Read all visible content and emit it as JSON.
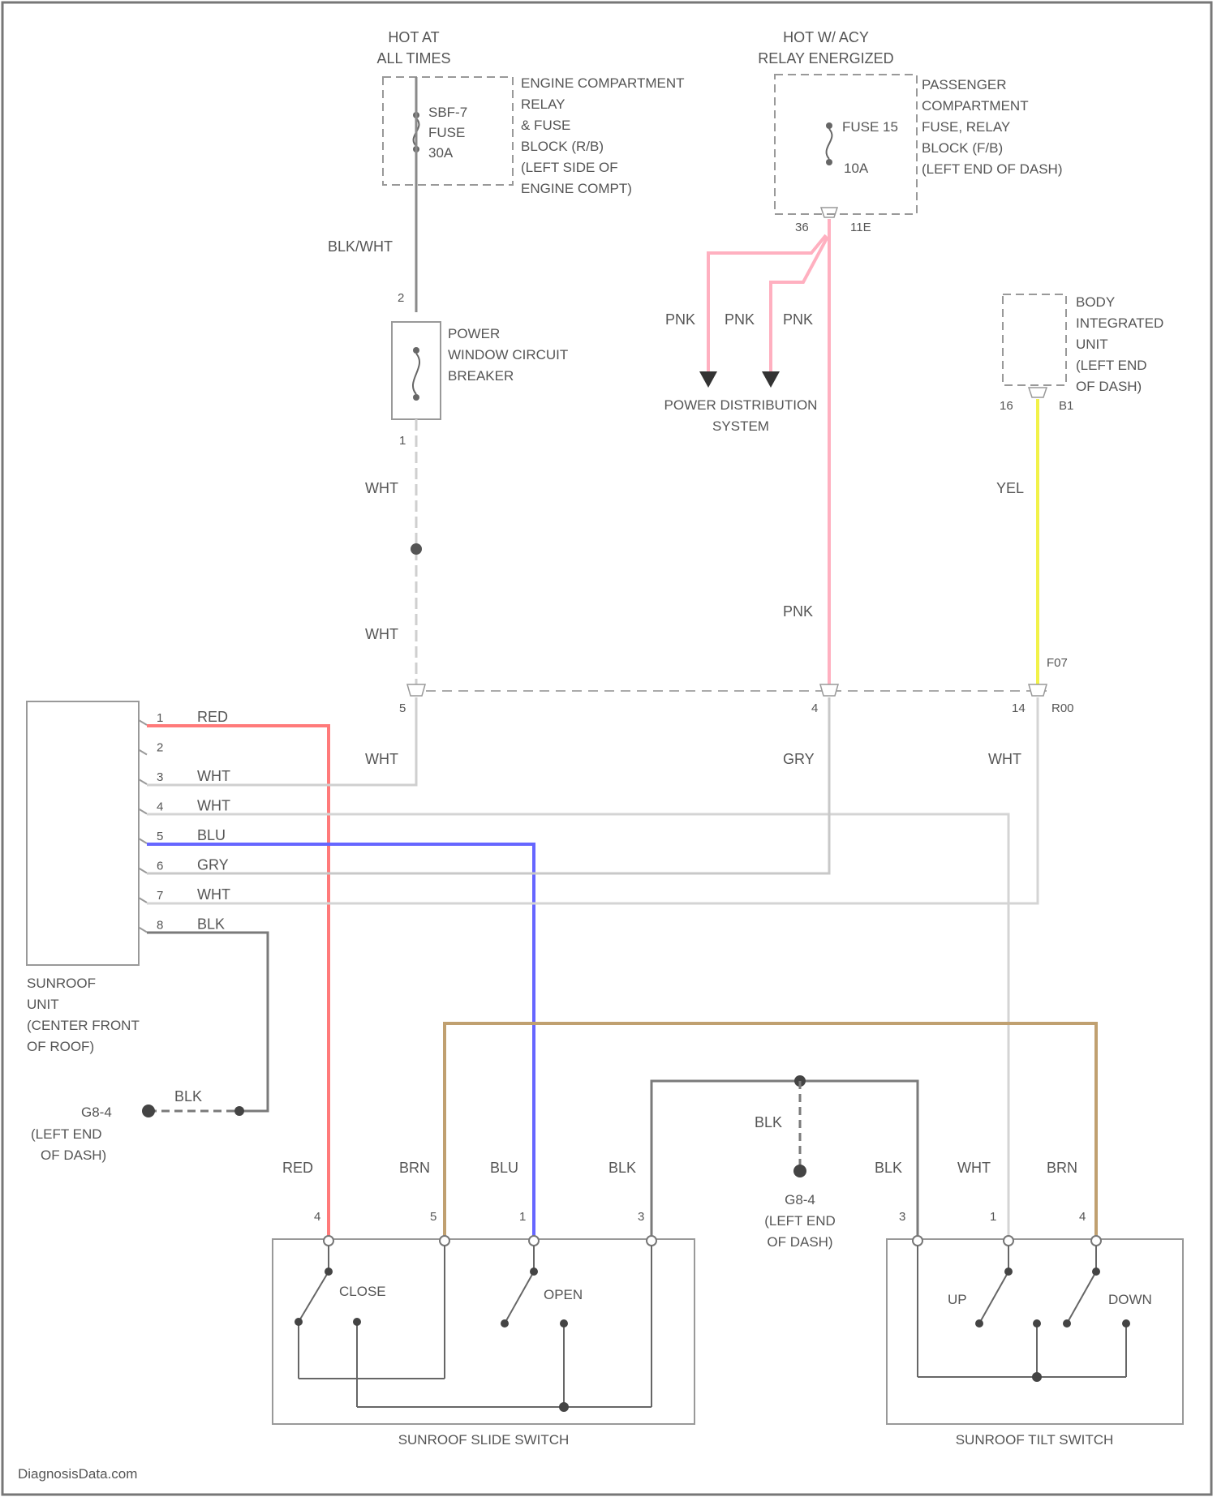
{
  "colors": {
    "red": "#ff7a7a",
    "pink": "#ffb0c0",
    "blue": "#6666ff",
    "yellow": "#f2f24a",
    "brown": "#c0a070",
    "black": "#7a7a7a",
    "white_wire": "#d4d4d4",
    "box": "#a8a8a8"
  },
  "sources": {
    "hot_at_all_times": [
      "HOT AT",
      "ALL TIMES"
    ],
    "hot_relay_energized": [
      "HOT W/ ACY",
      "RELAY ENERGIZED"
    ]
  },
  "engine_block": {
    "fuse": [
      "SBF-7",
      "FUSE",
      "30A"
    ],
    "label": [
      "ENGINE COMPARTMENT",
      "RELAY",
      "& FUSE",
      "BLOCK (R/B)",
      "(LEFT SIDE OF",
      "ENGINE COMPT)"
    ]
  },
  "passenger_block": {
    "fuse": [
      "FUSE 15",
      "10A"
    ],
    "label": [
      "PASSENGER",
      "COMPARTMENT",
      "FUSE, RELAY",
      "BLOCK (F/B)",
      "(LEFT END OF DASH)"
    ],
    "pins": [
      "36",
      "11E"
    ]
  },
  "breaker": {
    "label": [
      "POWER",
      "WINDOW CIRCUIT",
      "BREAKER"
    ],
    "pin_top": "2",
    "pin_bottom": "1"
  },
  "power_distribution": [
    "POWER DISTRIBUTION",
    "SYSTEM"
  ],
  "biu": {
    "label": [
      "BODY",
      "INTEGRATED",
      "UNIT",
      "(LEFT END",
      "OF DASH)"
    ],
    "pin": "16",
    "conn": "B1"
  },
  "wires": {
    "blk_wht": "BLK/WHT",
    "wht": "WHT",
    "pnk": "PNK",
    "yel": "YEL",
    "gry": "GRY",
    "red": "RED",
    "blu": "BLU",
    "blk": "BLK",
    "brn": "BRN"
  },
  "junction_connector": {
    "pins": [
      "5",
      "4",
      "14"
    ],
    "conn_a": "F07",
    "conn_b": "R00"
  },
  "sunroof_unit": {
    "label": [
      "SUNROOF",
      "UNIT",
      "(CENTER FRONT",
      "OF ROOF)"
    ],
    "pins": [
      {
        "num": "1",
        "color": "RED"
      },
      {
        "num": "2",
        "color": ""
      },
      {
        "num": "3",
        "color": "WHT"
      },
      {
        "num": "4",
        "color": "WHT"
      },
      {
        "num": "5",
        "color": "BLU"
      },
      {
        "num": "6",
        "color": "GRY"
      },
      {
        "num": "7",
        "color": "WHT"
      },
      {
        "num": "8",
        "color": "BLK"
      }
    ]
  },
  "grounds": {
    "left": {
      "id": "G8-4",
      "label": [
        "(LEFT END",
        "OF DASH)"
      ]
    },
    "center": {
      "id": "G8-4",
      "label": [
        "(LEFT END",
        "OF DASH)"
      ]
    }
  },
  "slide_switch": {
    "name": "SUNROOF SLIDE SWITCH",
    "close": "CLOSE",
    "open": "OPEN",
    "pins": [
      "4",
      "5",
      "1",
      "3"
    ]
  },
  "tilt_switch": {
    "name": "SUNROOF TILT SWITCH",
    "up": "UP",
    "down": "DOWN",
    "pins": [
      "3",
      "1",
      "4"
    ]
  },
  "watermark": "DiagnosisData.com"
}
